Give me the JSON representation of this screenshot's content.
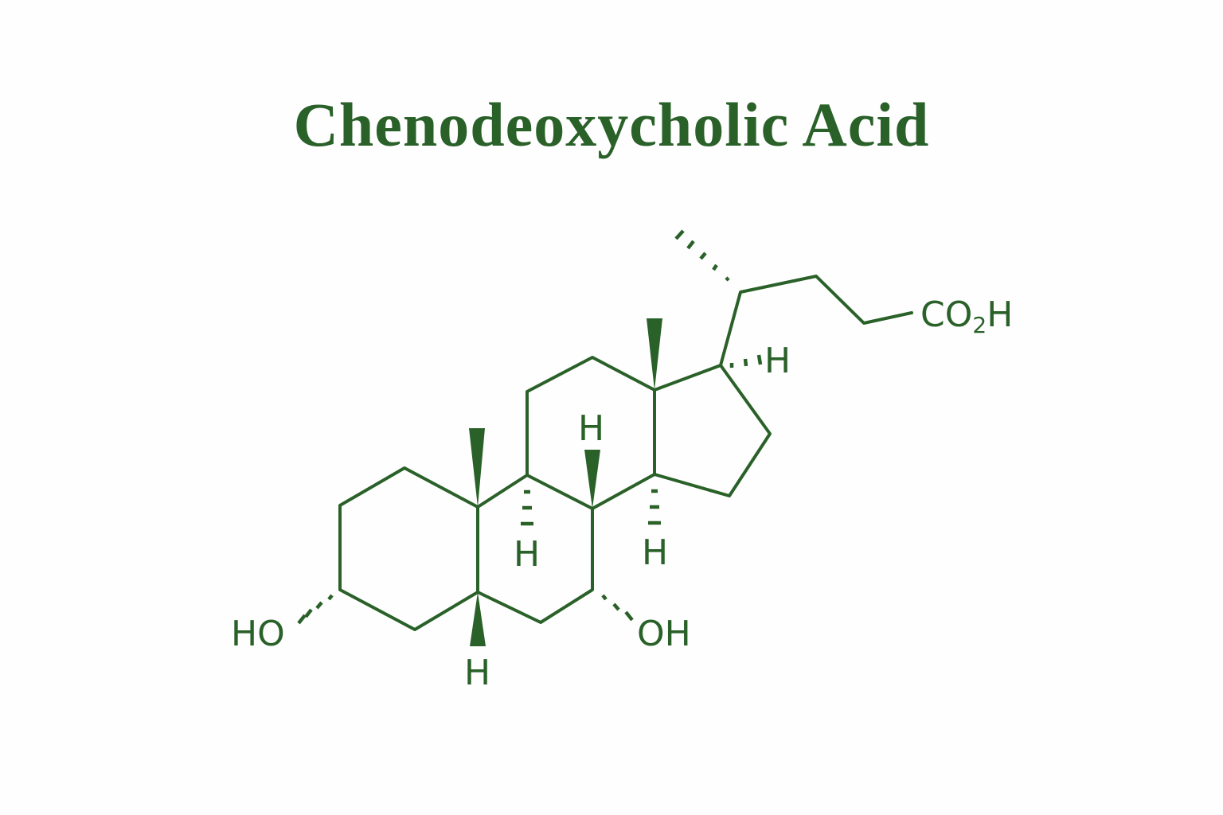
{
  "title": "Chenodeoxycholic Acid",
  "colors": {
    "ink": "#2a6129",
    "background": "#fefefe"
  },
  "structure": {
    "labels": {
      "ho_left": "HO",
      "oh_right": "OH",
      "carboxyl_co": "CO",
      "carboxyl_sub": "2",
      "carboxyl_h": "H",
      "h_c5": "H",
      "h_c8": "H",
      "h_c9": "H",
      "h_c14": "H",
      "h_c17": "H"
    },
    "rings": [
      "A",
      "B",
      "C",
      "D"
    ],
    "stereo": {
      "wedges": [
        "C10-methyl",
        "C13-methyl",
        "C8-H",
        "C5-H"
      ],
      "hashes": [
        "C3-OH",
        "C7-OH",
        "C9-H",
        "C14-H",
        "C17-H",
        "C20-methyl"
      ]
    }
  }
}
